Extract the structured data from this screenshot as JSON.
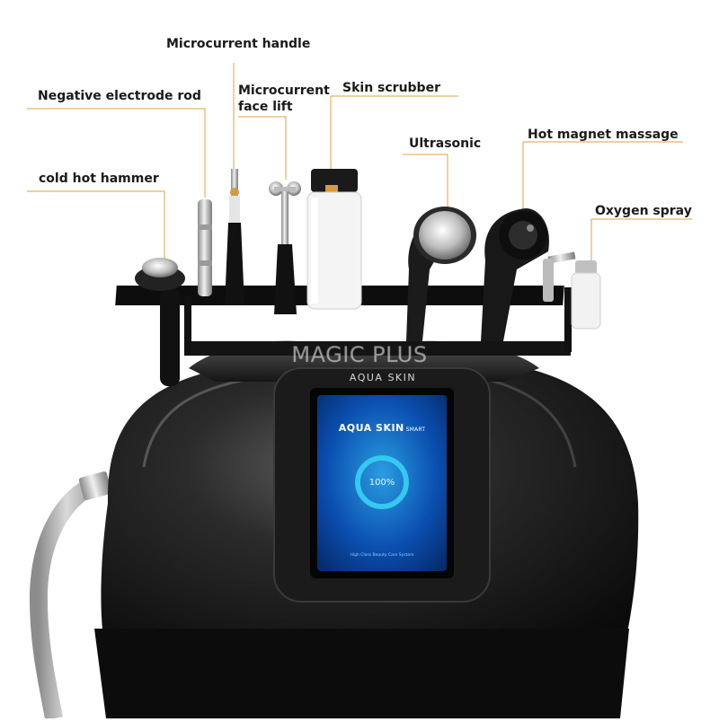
{
  "labels": {
    "microcurrent_handle": "Microcurrent handle",
    "negative_electrode_rod": "Negative electrode rod",
    "microcurrent_face_lift": "Microcurrent face lift",
    "skin_scrubber": "Skin scrubber",
    "ultrasonic": "Ultrasonic",
    "hot_magnet_massage": "Hot magnet massage",
    "cold_hot_hammer": "cold hot hammer",
    "oxygen_spray": "Oxygen spray"
  },
  "device": {
    "brand": "AQUA SKIN",
    "watermark": "MAGIC PLUS",
    "screen": {
      "title": "AQUA SKIN",
      "title_suffix": "SMART",
      "progress_text": "100%",
      "progress_fraction": 1.0,
      "footer": "High Class Beauty Care System"
    }
  },
  "colors": {
    "label_text": "#1a1a1a",
    "leader_line": "#e0a040",
    "device_body": "#151515",
    "screen_blue": "#0b4fb0",
    "ring_cyan": "#35c8f0"
  }
}
